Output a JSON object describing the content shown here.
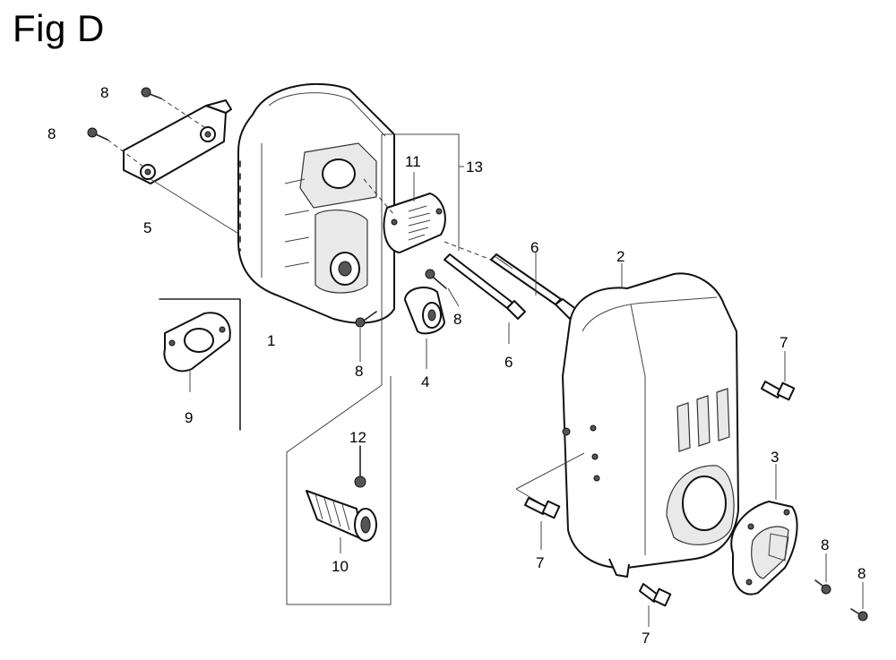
{
  "figure": {
    "title": "Fig D"
  },
  "callouts": {
    "c1": "1",
    "c2": "2",
    "c3": "3",
    "c4": "4",
    "c5": "5",
    "c6a": "6",
    "c6b": "6",
    "c7a": "7",
    "c7b": "7",
    "c7c": "7",
    "c8a": "8",
    "c8b": "8",
    "c8c": "8",
    "c8d": "8",
    "c8e": "8",
    "c8f": "8",
    "c9": "9",
    "c10": "10",
    "c11": "11",
    "c12": "12",
    "c13": "13"
  }
}
